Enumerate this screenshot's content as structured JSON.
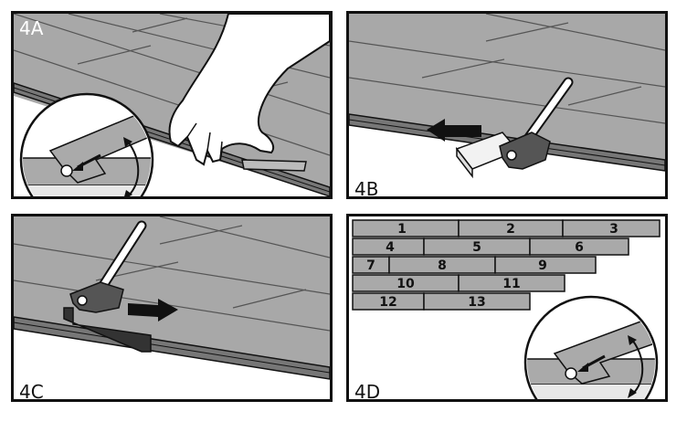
{
  "panels": [
    {
      "id": "4a",
      "label": "4A"
    },
    {
      "id": "4b",
      "label": "4B"
    },
    {
      "id": "4c",
      "label": "4C"
    },
    {
      "id": "4d",
      "label": "4D"
    }
  ],
  "plank_layout": {
    "rows": [
      [
        "1",
        "2",
        "3"
      ],
      [
        "4",
        "5",
        "6"
      ],
      [
        "7",
        "8",
        "9"
      ],
      [
        "10",
        "11"
      ],
      [
        "12",
        "13"
      ]
    ]
  },
  "colors": {
    "floor": "#a8a8a8",
    "floor_light": "#c4c4c4",
    "outline": "#111111",
    "plank": "#a9a9a9",
    "block": "#f2f2f2",
    "bar": "#333333"
  }
}
